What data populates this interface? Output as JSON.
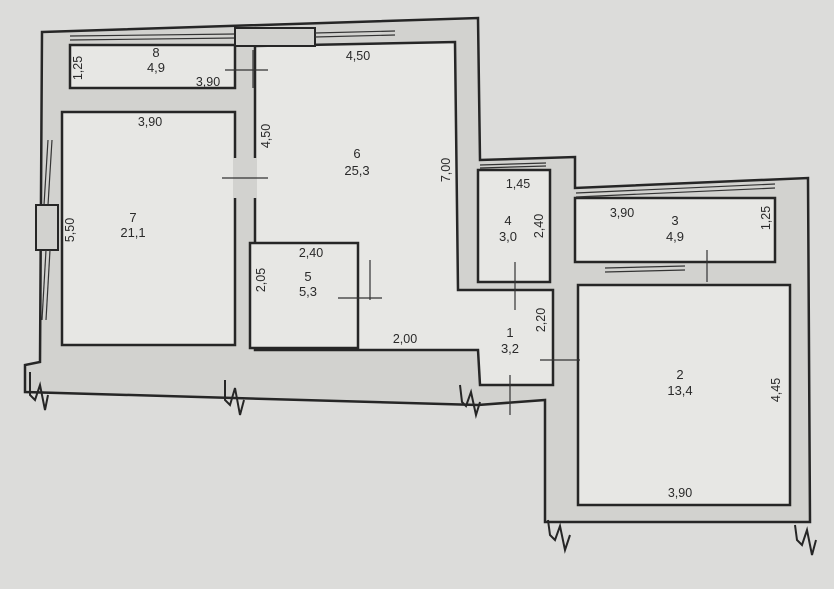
{
  "title": "Floor plan",
  "rooms": [
    {
      "number": "1",
      "area": "3,2"
    },
    {
      "number": "2",
      "area": "13,4"
    },
    {
      "number": "3",
      "area": "4,9"
    },
    {
      "number": "4",
      "area": "3,0"
    },
    {
      "number": "5",
      "area": "5,3"
    },
    {
      "number": "6",
      "area": "25,3"
    },
    {
      "number": "7",
      "area": "21,1"
    },
    {
      "number": "8",
      "area": "4,9"
    }
  ],
  "dimensions": {
    "room8_height": "1,25",
    "room8_width": "3,90",
    "room7_width": "3,90",
    "room7_height": "5,50",
    "room6_top": "4,50",
    "room6_left": "4,50",
    "room6_right": "7,00",
    "room5_width": "2,40",
    "room5_height": "2,05",
    "room6_bottom": "2,00",
    "room4_width": "1,45",
    "room4_height": "2,40",
    "room1_height": "2,20",
    "room3_width": "3,90",
    "room3_height": "1,25",
    "room2_height": "4,45",
    "room2_width": "3,90"
  },
  "colors": {
    "wall": "#d2d2cf",
    "floor": "#e7e7e4",
    "line": "#262626",
    "paper": "#dcdcda"
  }
}
